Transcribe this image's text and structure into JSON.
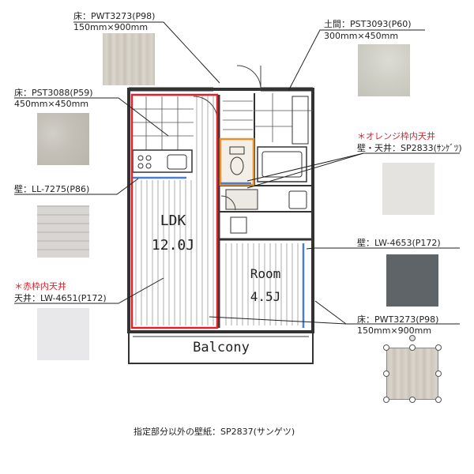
{
  "labels": {
    "floor_wood_top": {
      "name": "床：PWT3273(P98)",
      "size": "150mm×900mm"
    },
    "entrance_floor": {
      "name": "土間：PST3093(P60)",
      "size": "300mm×450mm"
    },
    "floor_tile": {
      "name": "床：PST3088(P59)",
      "size": "450mm×450mm"
    },
    "orange_note": "＊オレンジ枠内天井",
    "orange_wall_ceiling": "壁・天井：SP2833(ｻﾝｹﾞﾂ)",
    "wall_ll": "壁：LL-7275(P86)",
    "wall_lw": "壁：LW-4653(P172)",
    "red_note": "＊赤枠内天井",
    "ceiling_lw": "天井：LW-4651(P172)",
    "floor_wood_bottom": {
      "name": "床：PWT3273(P98)",
      "size": "150mm×900mm"
    },
    "footer_note": "指定部分以外の壁紙：SP2837(サンゲツ)"
  },
  "rooms": {
    "ldk": {
      "name": "LDK",
      "size": "12.0J"
    },
    "room": {
      "name": "Room",
      "size": "4.5J"
    },
    "balcony": "Balcony"
  },
  "colors": {
    "red_frame": "#e0202a",
    "orange_frame": "#e8902a",
    "blue_wall": "#4a7fd0",
    "note_red": "#e0202a"
  }
}
